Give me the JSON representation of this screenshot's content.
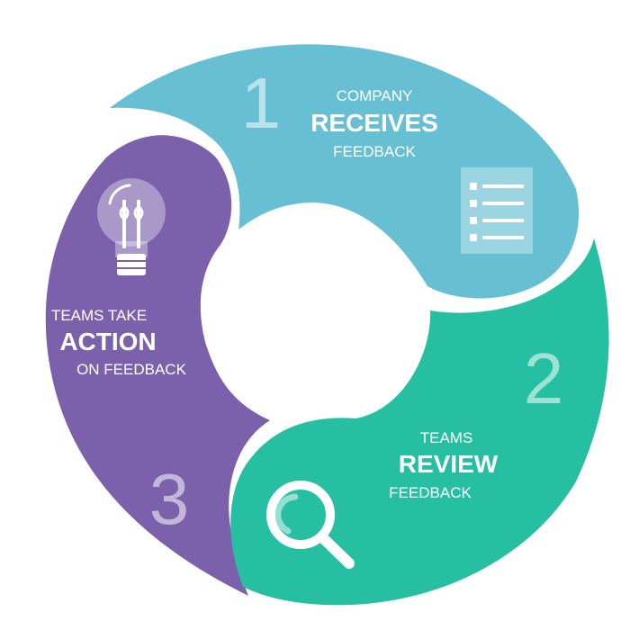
{
  "colors": {
    "stage1": "#67bfd3",
    "stage2": "#26bfa2",
    "stage3": "#7b61ab",
    "background": "#ffffff",
    "text": "#ffffff"
  },
  "stages": [
    {
      "number": "1",
      "line1": "COMPANY",
      "emphasis": "RECEIVES",
      "line3": "FEEDBACK",
      "icon": "checklist-icon"
    },
    {
      "number": "2",
      "line1": "TEAMS",
      "emphasis": "REVIEW",
      "line3": "FEEDBACK",
      "icon": "magnifier-icon"
    },
    {
      "number": "3",
      "line1": "TEAMS TAKE",
      "emphasis": "ACTION",
      "line3": "ON FEEDBACK",
      "icon": "lightbulb-icon"
    }
  ]
}
